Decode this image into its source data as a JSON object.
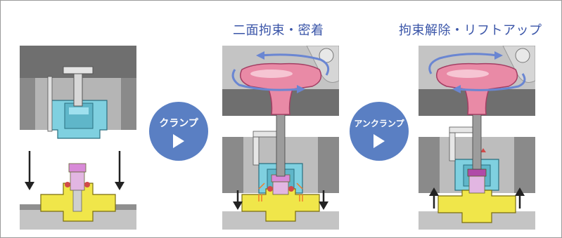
{
  "captions": {
    "middle": "二面拘束・密着",
    "right": "拘束解除・リフトアップ"
  },
  "steps": {
    "clamp_label": "クランプ",
    "unclamp_label": "アンクランプ"
  },
  "icons": {
    "next": "play-triangle-icon",
    "rotate": "rotate-arrow-icon",
    "down": "down-arrow-icon",
    "up": "up-arrow-icon"
  },
  "colors": {
    "caption": "#3a55a8",
    "step_circle": "#5a7fc3",
    "machine_dark": "#6f6f6f",
    "machine_light": "#c4c4c4",
    "clamp_body": "#f0e64a",
    "holder": "#7fd0e0",
    "handle": "#e98aa6",
    "rotation_arrow": "#6a86d2"
  }
}
